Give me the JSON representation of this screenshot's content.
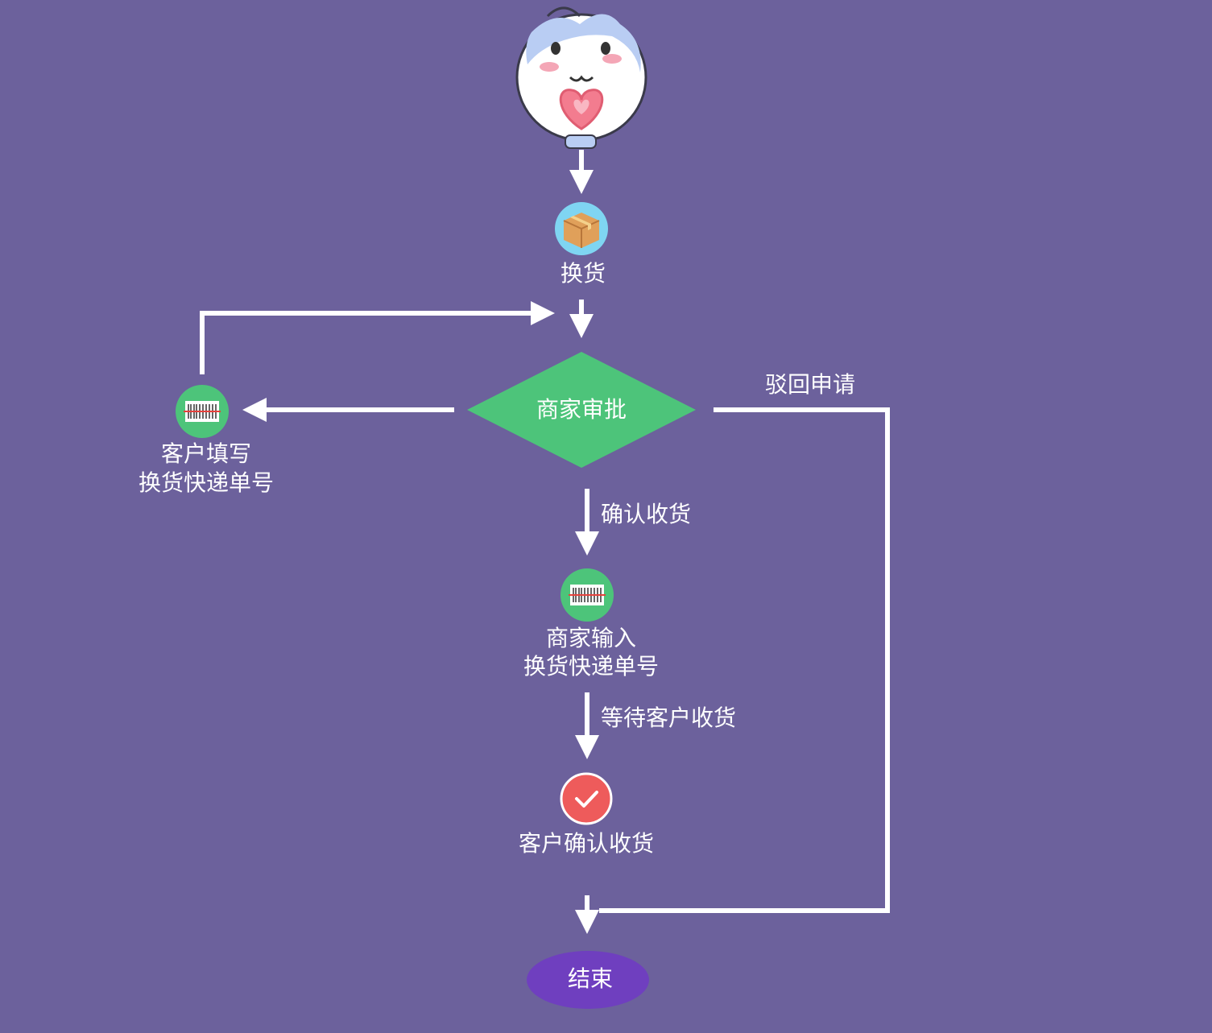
{
  "nodes": {
    "exchange": {
      "label": "换货",
      "icon": "package-box-icon",
      "color": "#7fd5f2"
    },
    "approval": {
      "label": "商家审批",
      "color": "#4dc47a"
    },
    "customer_fill": {
      "line1": "客户填写",
      "line2": "换货快递单号",
      "icon": "barcode-icon",
      "color": "#4dc47a"
    },
    "merchant_input": {
      "line1": "商家输入",
      "line2": "换货快递单号",
      "icon": "barcode-icon",
      "color": "#4dc47a"
    },
    "customer_confirm": {
      "label": "客户确认收货",
      "icon": "check-icon",
      "color": "#ee5b5b"
    },
    "end": {
      "label": "结束",
      "color": "#6f3fbf"
    }
  },
  "edges": {
    "confirm_receipt": "确认收货",
    "wait_customer": "等待客户收货",
    "reject": "驳回申请"
  },
  "colors": {
    "background": "#6c619c",
    "line": "#ffffff"
  },
  "mascot": "hamster-heart-mascot-icon"
}
